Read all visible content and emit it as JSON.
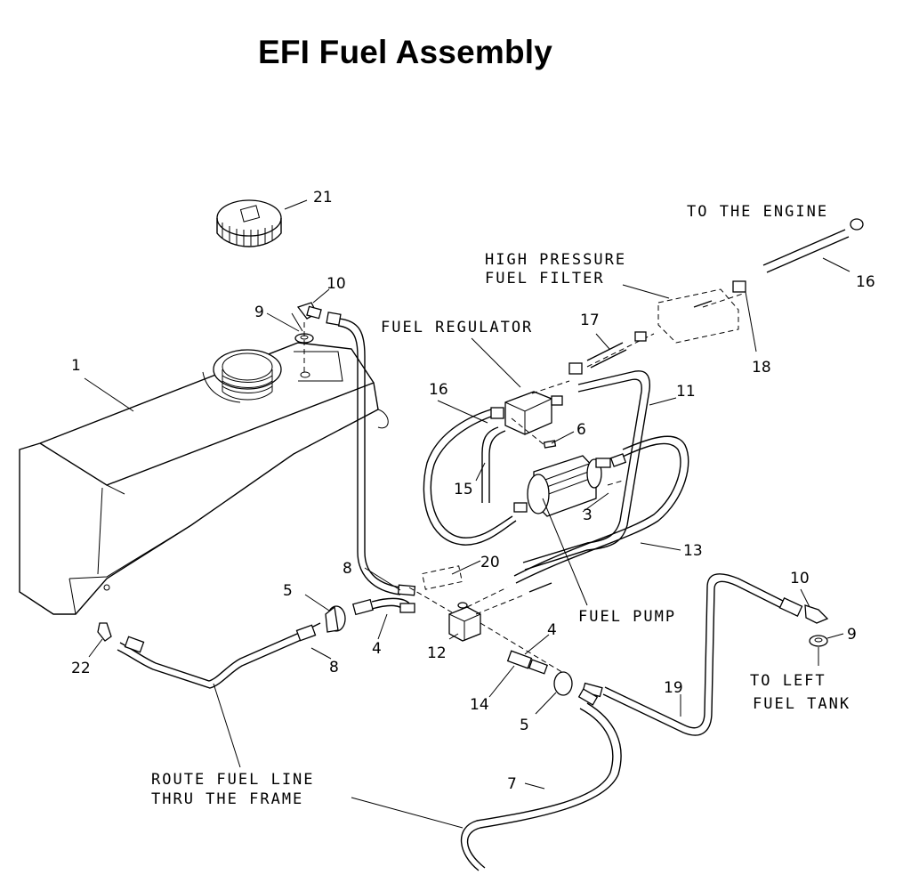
{
  "title": "EFI Fuel Assembly",
  "labels": {
    "to_engine": "TO THE ENGINE",
    "high_pressure_1": "HIGH PRESSURE",
    "high_pressure_2": "FUEL FILTER",
    "fuel_regulator": "FUEL REGULATOR",
    "fuel_pump": "FUEL PUMP",
    "to_left_1": "TO LEFT",
    "to_left_2": "FUEL TANK",
    "route_1": "ROUTE FUEL LINE",
    "route_2": "THRU THE FRAME"
  },
  "callouts": {
    "c21": "21",
    "c10a": "10",
    "c9a": "9",
    "c1": "1",
    "c16a": "16",
    "c17": "17",
    "c18": "18",
    "c16b": "16",
    "c11": "11",
    "c6": "6",
    "c15": "15",
    "c3": "3",
    "c13": "13",
    "c20": "20",
    "c8a": "8",
    "c5a": "5",
    "c4a": "4",
    "c12": "12",
    "c4b": "4",
    "c10b": "10",
    "c9b": "9",
    "c22": "22",
    "c8b": "8",
    "c14": "14",
    "c5b": "5",
    "c19": "19",
    "c7": "7"
  }
}
